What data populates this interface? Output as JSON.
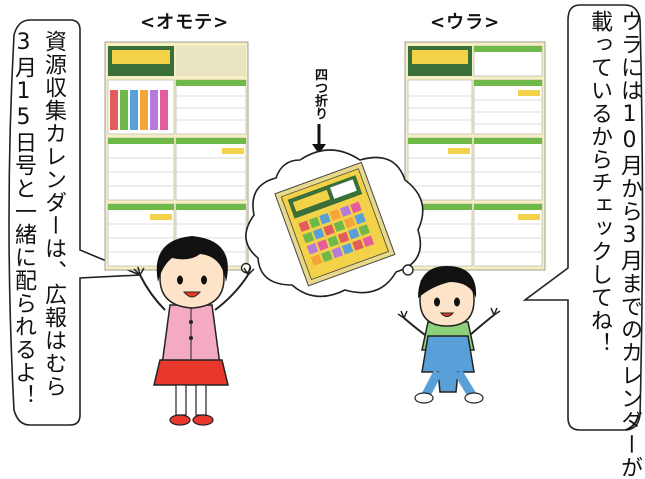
{
  "speech_left": {
    "lines": [
      "資源収集カレンダーは、広報はむら",
      "3月15日号と一緒に配られるよ！"
    ]
  },
  "speech_right": {
    "lines": [
      "ウラには10月から3月までのカレンダーが",
      "載っているからチェックしてね！"
    ]
  },
  "calendar_front": {
    "heading": "<オモテ>"
  },
  "calendar_back": {
    "heading": "<ウラ>"
  },
  "fold_label": "四つ折り",
  "colors": {
    "sheet": "#f3d24a",
    "grid_green": "#6fb84a",
    "girl_dress": "#f4a9c4",
    "girl_skirt": "#e8382c",
    "boy_shirt": "#8bd07a",
    "boy_overalls": "#5aa0d8"
  }
}
